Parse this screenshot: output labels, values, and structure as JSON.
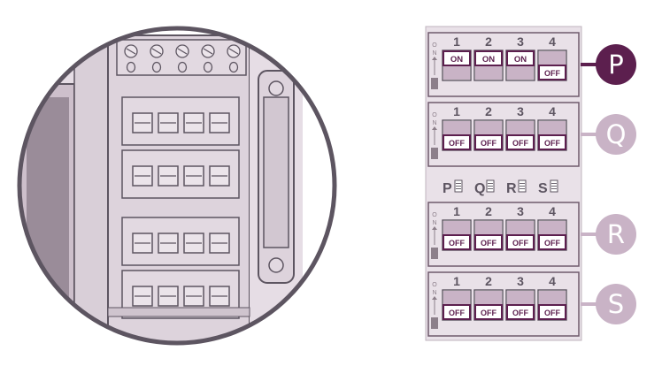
{
  "diagram": {
    "colors": {
      "accent": "#5c1f4e",
      "secondary": "#c9b3c6",
      "panel_fill": "#e9e1e8",
      "panel_stroke": "#6f5a6c",
      "outline": "#5d5561",
      "device_fill": "#ddd3dc"
    },
    "key_row": [
      "P",
      "Q",
      "R",
      "S"
    ],
    "banks": [
      {
        "id": "P",
        "label": "P",
        "on_mark": "ON",
        "switches": [
          {
            "number": "1",
            "state": "ON"
          },
          {
            "number": "2",
            "state": "ON"
          },
          {
            "number": "3",
            "state": "ON"
          },
          {
            "number": "4",
            "state": "OFF"
          }
        ]
      },
      {
        "id": "Q",
        "label": "Q",
        "on_mark": "ON",
        "switches": [
          {
            "number": "1",
            "state": "OFF"
          },
          {
            "number": "2",
            "state": "OFF"
          },
          {
            "number": "3",
            "state": "OFF"
          },
          {
            "number": "4",
            "state": "OFF"
          }
        ]
      },
      {
        "id": "R",
        "label": "R",
        "on_mark": "ON",
        "switches": [
          {
            "number": "1",
            "state": "OFF"
          },
          {
            "number": "2",
            "state": "OFF"
          },
          {
            "number": "3",
            "state": "OFF"
          },
          {
            "number": "4",
            "state": "OFF"
          }
        ]
      },
      {
        "id": "S",
        "label": "S",
        "on_mark": "ON",
        "switches": [
          {
            "number": "1",
            "state": "OFF"
          },
          {
            "number": "2",
            "state": "OFF"
          },
          {
            "number": "3",
            "state": "OFF"
          },
          {
            "number": "4",
            "state": "OFF"
          }
        ]
      }
    ]
  }
}
